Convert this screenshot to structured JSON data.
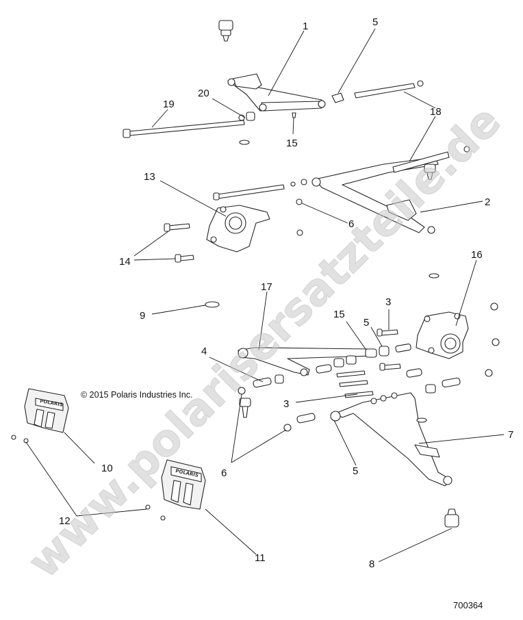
{
  "watermark": "www.polarisersatzteile.de",
  "copyright": "© 2015 Polaris Industries Inc.",
  "diagram_number": "700364",
  "brand_plate_text": "POLARIS",
  "callouts": [
    {
      "id": "c1",
      "label": "1"
    },
    {
      "id": "c2",
      "label": "2"
    },
    {
      "id": "c3a",
      "label": "3"
    },
    {
      "id": "c3b",
      "label": "3"
    },
    {
      "id": "c4",
      "label": "4"
    },
    {
      "id": "c5a",
      "label": "5"
    },
    {
      "id": "c5b",
      "label": "5"
    },
    {
      "id": "c5c",
      "label": "5"
    },
    {
      "id": "c6a",
      "label": "6"
    },
    {
      "id": "c6b",
      "label": "6"
    },
    {
      "id": "c7",
      "label": "7"
    },
    {
      "id": "c8",
      "label": "8"
    },
    {
      "id": "c9",
      "label": "9"
    },
    {
      "id": "c10",
      "label": "10"
    },
    {
      "id": "c11",
      "label": "11"
    },
    {
      "id": "c12",
      "label": "12"
    },
    {
      "id": "c13",
      "label": "13"
    },
    {
      "id": "c14",
      "label": "14"
    },
    {
      "id": "c15a",
      "label": "15"
    },
    {
      "id": "c15b",
      "label": "15"
    },
    {
      "id": "c16",
      "label": "16"
    },
    {
      "id": "c17",
      "label": "17"
    },
    {
      "id": "c18",
      "label": "18"
    },
    {
      "id": "c19",
      "label": "19"
    },
    {
      "id": "c20",
      "label": "20"
    }
  ]
}
